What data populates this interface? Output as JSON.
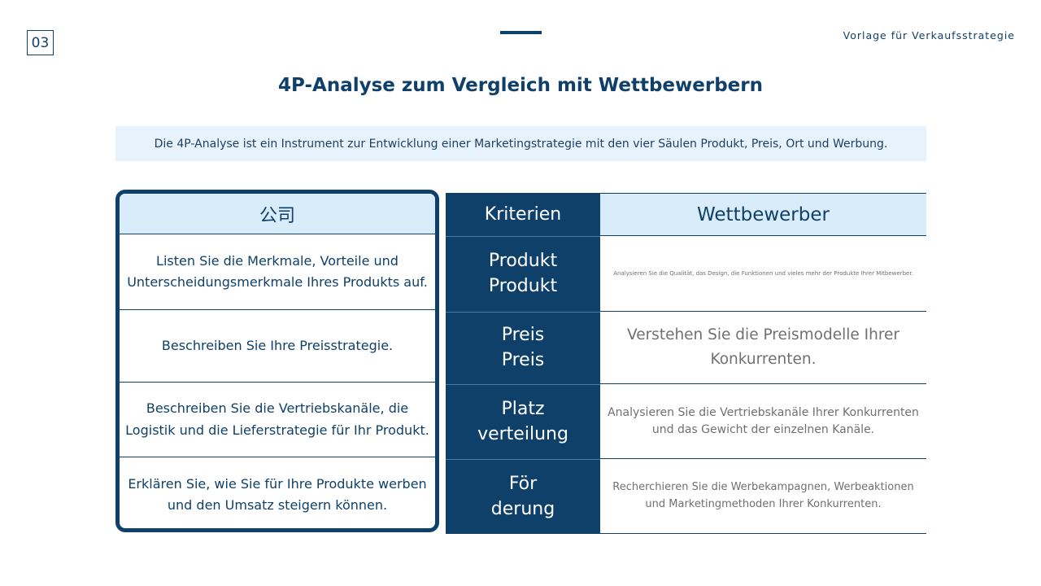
{
  "header": {
    "page_number": "03",
    "doc_label": "Vorlage für Verkaufsstrategie",
    "title": "4P-Analyse zum Vergleich mit Wettbewerbern",
    "intro": "Die 4P-Analyse ist ein Instrument zur Entwicklung einer Marketingstrategie mit den vier Säulen Produkt, Preis, Ort und Werbung."
  },
  "table": {
    "company_header": "公司",
    "criteria_header": "Kriterien",
    "competitor_header": "Wettbewerber",
    "rows": [
      {
        "company": "Listen Sie die Merkmale, Vorteile und Unterscheidungsmerkmale Ihres Produkts auf.",
        "criteria_line1": "Produkt",
        "criteria_line2": "Produkt",
        "competitor": "Analysieren Sie die Qualität, das Design, die Funktionen und vieles mehr der Produkte Ihrer Mitbewerber."
      },
      {
        "company": "Beschreiben Sie Ihre Preisstrategie.",
        "criteria_line1": "Preis",
        "criteria_line2": "Preis",
        "competitor": "Verstehen Sie die Preismodelle Ihrer Konkurrenten."
      },
      {
        "company": "Beschreiben Sie die Vertriebskanäle, die Logistik und die Lieferstrategie für Ihr Produkt.",
        "criteria_line1": "Platz",
        "criteria_line2": "verteilung",
        "competitor": "Analysieren Sie die Vertriebskanäle Ihrer Konkurrenten und das Gewicht der einzelnen Kanäle."
      },
      {
        "company": "Erklären Sie, wie Sie für Ihre Produkte werben und den Umsatz steigern können.",
        "criteria_line1": "För",
        "criteria_line2": "derung",
        "competitor": "Recherchieren Sie die Werbekampagnen, Werbeaktionen und Marketingmethoden Ihrer Konkurrenten."
      }
    ]
  }
}
